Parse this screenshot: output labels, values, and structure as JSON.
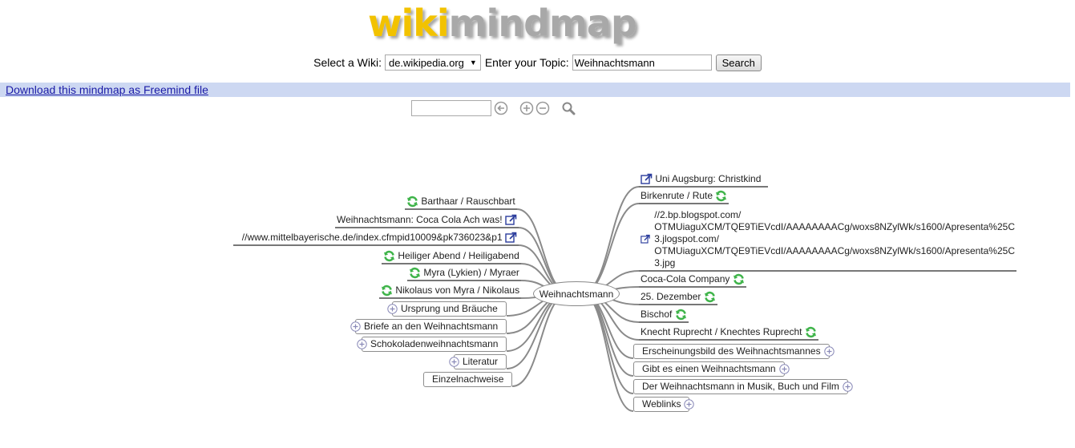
{
  "logo": {
    "part1": "wiki",
    "part2": "mindmap"
  },
  "search": {
    "wiki_label": "Select a Wiki:",
    "wiki_value": "de.wikipedia.org",
    "topic_label": "Enter your Topic:",
    "topic_value": "Weihnachtsmann",
    "button_label": "Search"
  },
  "download_link": "Download this mindmap as Freemind file",
  "toolbar": {
    "icons": [
      "back-icon",
      "zoom-in-icon",
      "zoom-out-icon",
      "magnifier-icon"
    ]
  },
  "colors": {
    "logo_yellow": "#f2c200",
    "logo_gray": "#a8a8a8",
    "bar_blue": "#cdd8f2",
    "link": "#1a1aa6",
    "refresh_green": "#3fb44a"
  },
  "mindmap": {
    "center": "Weihnachtsmann",
    "left": [
      {
        "label": "Barthaar / Rauschbart",
        "icon": "refresh-icon"
      },
      {
        "label": "Weihnachtsmann: Coca Cola Ach was!",
        "icon": "external-link-icon"
      },
      {
        "label": "//www.mittelbayerische.de/index.cfmpid10009&pk736023&p1",
        "icon": "external-link-icon"
      },
      {
        "label": "Heiliger Abend / Heiligabend",
        "icon": "refresh-icon"
      },
      {
        "label": "Myra (Lykien) / Myraer",
        "icon": "refresh-icon"
      },
      {
        "label": "Nikolaus von Myra / Nikolaus",
        "icon": "refresh-icon"
      },
      {
        "label": "Ursprung und Bräuche",
        "icon": "expand-icon"
      },
      {
        "label": "Briefe an den Weihnachtsmann",
        "icon": "expand-icon"
      },
      {
        "label": "Schokoladenweihnachtsmann",
        "icon": "expand-icon"
      },
      {
        "label": "Literatur",
        "icon": "expand-icon"
      },
      {
        "label": "Einzelnachweise",
        "icon": "none"
      }
    ],
    "right": [
      {
        "label": "Uni Augsburg: Christkind",
        "icon": "external-link-icon"
      },
      {
        "label": "Birkenrute / Rute",
        "icon": "refresh-icon"
      },
      {
        "label_lines": [
          "//2.bp.blogspot.com/",
          "OTMUiaguXCM/TQE9TiEVcdI/AAAAAAAACg/woxs8NZylWk/s1600/Apresenta%25C",
          "3.jlogspot.com/",
          "OTMUiaguXCM/TQE9TiEVcdI/AAAAAAAACg/woxs8NZylWk/s1600/Apresenta%25C",
          "3.jpg"
        ],
        "icon": "external-link-icon"
      },
      {
        "label": "Coca-Cola Company",
        "icon": "refresh-icon"
      },
      {
        "label": "25. Dezember",
        "icon": "refresh-icon"
      },
      {
        "label": "Bischof",
        "icon": "refresh-icon"
      },
      {
        "label": "Knecht Ruprecht / Knechtes Ruprecht",
        "icon": "refresh-icon"
      },
      {
        "label": "Erscheinungsbild des Weihnachtsmannes",
        "icon": "expand-icon"
      },
      {
        "label": "Gibt es einen Weihnachtsmann",
        "icon": "expand-icon"
      },
      {
        "label": "Der Weihnachtsmann in Musik, Buch und Film",
        "icon": "expand-icon"
      },
      {
        "label": "Weblinks",
        "icon": "expand-icon"
      }
    ]
  }
}
